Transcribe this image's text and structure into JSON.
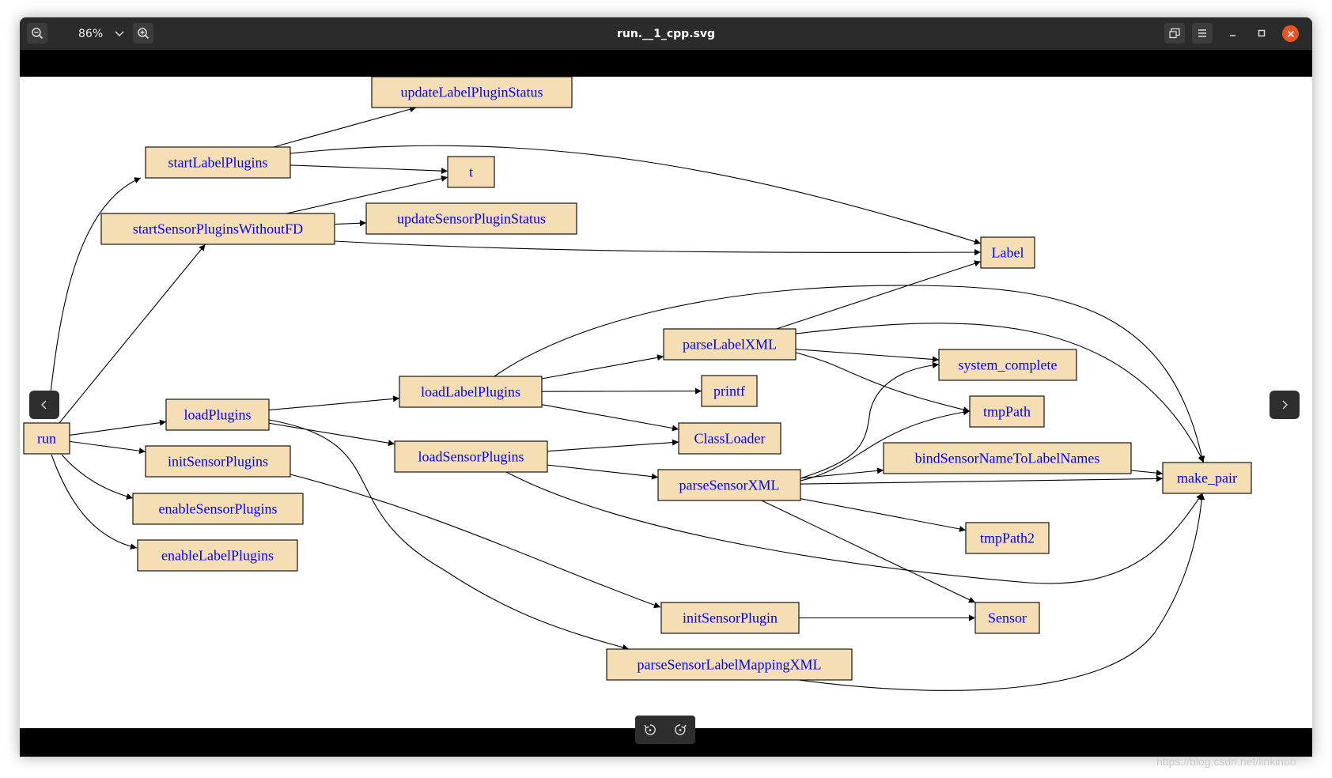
{
  "window": {
    "title": "run.__1_cpp.svg",
    "zoom": "86%"
  },
  "graph": {
    "nodes": [
      {
        "id": "updateLabelPluginStatus",
        "label": "updateLabelPluginStatus"
      },
      {
        "id": "startLabelPlugins",
        "label": "startLabelPlugins"
      },
      {
        "id": "t",
        "label": "t"
      },
      {
        "id": "startSensorPluginsWithoutFD",
        "label": "startSensorPluginsWithoutFD"
      },
      {
        "id": "updateSensorPluginStatus",
        "label": "updateSensorPluginStatus"
      },
      {
        "id": "Label",
        "label": "Label"
      },
      {
        "id": "parseLabelXML",
        "label": "parseLabelXML"
      },
      {
        "id": "system_complete",
        "label": "system_complete"
      },
      {
        "id": "loadLabelPlugins",
        "label": "loadLabelPlugins"
      },
      {
        "id": "printf",
        "label": "printf"
      },
      {
        "id": "tmpPath",
        "label": "tmpPath"
      },
      {
        "id": "loadPlugins",
        "label": "loadPlugins"
      },
      {
        "id": "ClassLoader",
        "label": "ClassLoader"
      },
      {
        "id": "run",
        "label": "run"
      },
      {
        "id": "loadSensorPlugins",
        "label": "loadSensorPlugins"
      },
      {
        "id": "bindSensorNameToLabelNames",
        "label": "bindSensorNameToLabelNames"
      },
      {
        "id": "initSensorPlugins",
        "label": "initSensorPlugins"
      },
      {
        "id": "make_pair",
        "label": "make_pair"
      },
      {
        "id": "parseSensorXML",
        "label": "parseSensorXML"
      },
      {
        "id": "enableSensorPlugins",
        "label": "enableSensorPlugins"
      },
      {
        "id": "tmpPath2",
        "label": "tmpPath2"
      },
      {
        "id": "enableLabelPlugins",
        "label": "enableLabelPlugins"
      },
      {
        "id": "initSensorPlugin",
        "label": "initSensorPlugin"
      },
      {
        "id": "Sensor",
        "label": "Sensor"
      },
      {
        "id": "parseSensorLabelMappingXML",
        "label": "parseSensorLabelMappingXML"
      }
    ],
    "edges": [
      [
        "run",
        "startLabelPlugins"
      ],
      [
        "run",
        "startSensorPluginsWithoutFD"
      ],
      [
        "run",
        "loadPlugins"
      ],
      [
        "run",
        "initSensorPlugins"
      ],
      [
        "run",
        "enableSensorPlugins"
      ],
      [
        "run",
        "enableLabelPlugins"
      ],
      [
        "startLabelPlugins",
        "updateLabelPluginStatus"
      ],
      [
        "startLabelPlugins",
        "t"
      ],
      [
        "startLabelPlugins",
        "Label"
      ],
      [
        "startSensorPluginsWithoutFD",
        "t"
      ],
      [
        "startSensorPluginsWithoutFD",
        "updateSensorPluginStatus"
      ],
      [
        "startSensorPluginsWithoutFD",
        "Label"
      ],
      [
        "loadPlugins",
        "loadLabelPlugins"
      ],
      [
        "loadPlugins",
        "loadSensorPlugins"
      ],
      [
        "loadPlugins",
        "parseSensorLabelMappingXML"
      ],
      [
        "loadLabelPlugins",
        "parseLabelXML"
      ],
      [
        "loadLabelPlugins",
        "printf"
      ],
      [
        "loadLabelPlugins",
        "ClassLoader"
      ],
      [
        "loadLabelPlugins",
        "make_pair"
      ],
      [
        "loadSensorPlugins",
        "ClassLoader"
      ],
      [
        "loadSensorPlugins",
        "parseSensorXML"
      ],
      [
        "loadSensorPlugins",
        "make_pair"
      ],
      [
        "parseLabelXML",
        "Label"
      ],
      [
        "parseLabelXML",
        "system_complete"
      ],
      [
        "parseLabelXML",
        "tmpPath"
      ],
      [
        "parseLabelXML",
        "make_pair"
      ],
      [
        "parseSensorXML",
        "system_complete"
      ],
      [
        "parseSensorXML",
        "tmpPath"
      ],
      [
        "parseSensorXML",
        "bindSensorNameToLabelNames"
      ],
      [
        "parseSensorXML",
        "make_pair"
      ],
      [
        "parseSensorXML",
        "tmpPath2"
      ],
      [
        "parseSensorXML",
        "Sensor"
      ],
      [
        "bindSensorNameToLabelNames",
        "make_pair"
      ],
      [
        "initSensorPlugins",
        "initSensorPlugin"
      ],
      [
        "initSensorPlugin",
        "Sensor"
      ],
      [
        "parseSensorLabelMappingXML",
        "make_pair"
      ]
    ]
  },
  "colors": {
    "node_fill": "#f5deb3",
    "node_text": "#0000ff",
    "titlebar": "#2b2b2b",
    "close_button": "#e95420"
  },
  "icons": {
    "zoom_out": "zoom-out-icon",
    "zoom_dropdown": "chevron-down-icon",
    "zoom_in": "zoom-in-icon",
    "fullscreen": "fullscreen-icon",
    "menu": "hamburger-menu-icon",
    "minimize": "minimize-icon",
    "maximize": "maximize-icon",
    "close": "close-icon",
    "prev": "chevron-left-icon",
    "next": "chevron-right-icon",
    "rotate_left": "rotate-left-icon",
    "rotate_right": "rotate-right-icon"
  },
  "watermark": "https://blog.csdn.net/linkinoo"
}
